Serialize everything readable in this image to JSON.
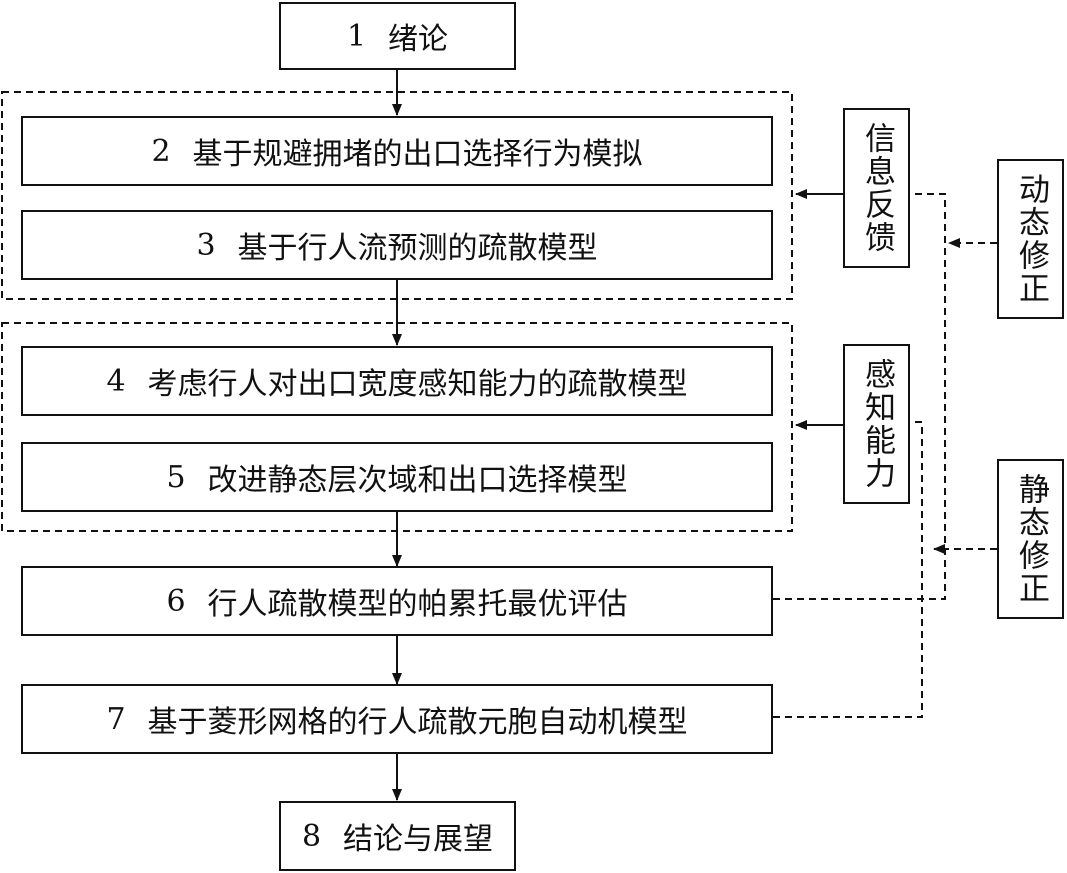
{
  "chapters": [
    {
      "num": "1",
      "title": "绪论"
    },
    {
      "num": "2",
      "title": "基于规避拥堵的出口选择行为模拟"
    },
    {
      "num": "3",
      "title": "基于行人流预测的疏散模型"
    },
    {
      "num": "4",
      "title": "考虑行人对出口宽度感知能力的疏散模型"
    },
    {
      "num": "5",
      "title": "改进静态层次域和出口选择模型"
    },
    {
      "num": "6",
      "title": "行人疏散模型的帕累托最优评估"
    },
    {
      "num": "7",
      "title": "基于菱形网格的行人疏散元胞自动机模型"
    },
    {
      "num": "8",
      "title": "结论与展望"
    }
  ],
  "side_labels": {
    "info_feedback": "信息反馈",
    "perception": "感知能力",
    "dynamic_correction": "动态修正",
    "static_correction": "静态修正"
  }
}
